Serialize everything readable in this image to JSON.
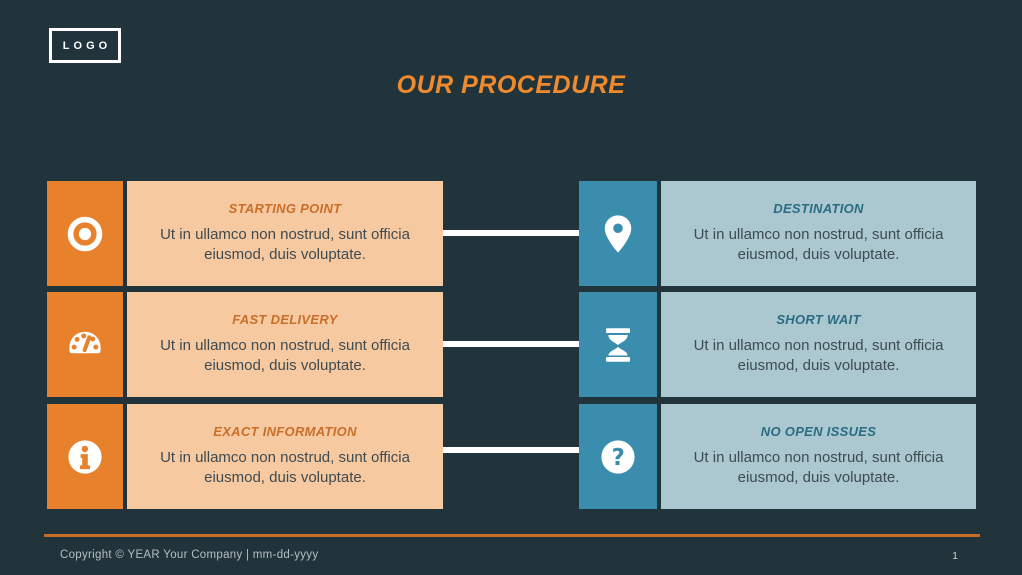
{
  "slide": {
    "logo_text": "LOGO",
    "title": "OUR PROCEDURE",
    "footer_text": "Copyright © YEAR Your Company  |  mm-dd-yyyy",
    "page_number": "1"
  },
  "cards": {
    "left": [
      {
        "icon": "bullseye-icon",
        "title": "STARTING POINT",
        "body": "Ut in ullamco non nostrud, sunt officia eiusmod, duis voluptate."
      },
      {
        "icon": "speedometer-icon",
        "title": "FAST DELIVERY",
        "body": "Ut in ullamco non nostrud, sunt officia eiusmod, duis voluptate."
      },
      {
        "icon": "info-icon",
        "title": "EXACT INFORMATION",
        "body": "Ut in ullamco non nostrud, sunt officia eiusmod, duis voluptate."
      }
    ],
    "right": [
      {
        "icon": "map-pin-icon",
        "title": "DESTINATION",
        "body": "Ut in ullamco non nostrud, sunt officia eiusmod, duis voluptate."
      },
      {
        "icon": "hourglass-icon",
        "title": "SHORT WAIT",
        "body": "Ut in ullamco non nostrud, sunt officia eiusmod, duis voluptate."
      },
      {
        "icon": "question-icon",
        "title": "NO OPEN ISSUES",
        "body": "Ut in ullamco non nostrud, sunt officia eiusmod, duis voluptate."
      }
    ]
  },
  "colors": {
    "background": "#22343b",
    "accent_orange": "#e8812b",
    "orange_card_body": "#f7c9a0",
    "orange_card_title": "#c96f2a",
    "accent_teal": "#3a8dac",
    "teal_card_body": "#abc7cf",
    "teal_card_title": "#2a6c82",
    "body_text": "#3e4b51",
    "title_text": "#ef8a2e",
    "footer_line": "#c76d26",
    "connector": "#ffffff"
  }
}
